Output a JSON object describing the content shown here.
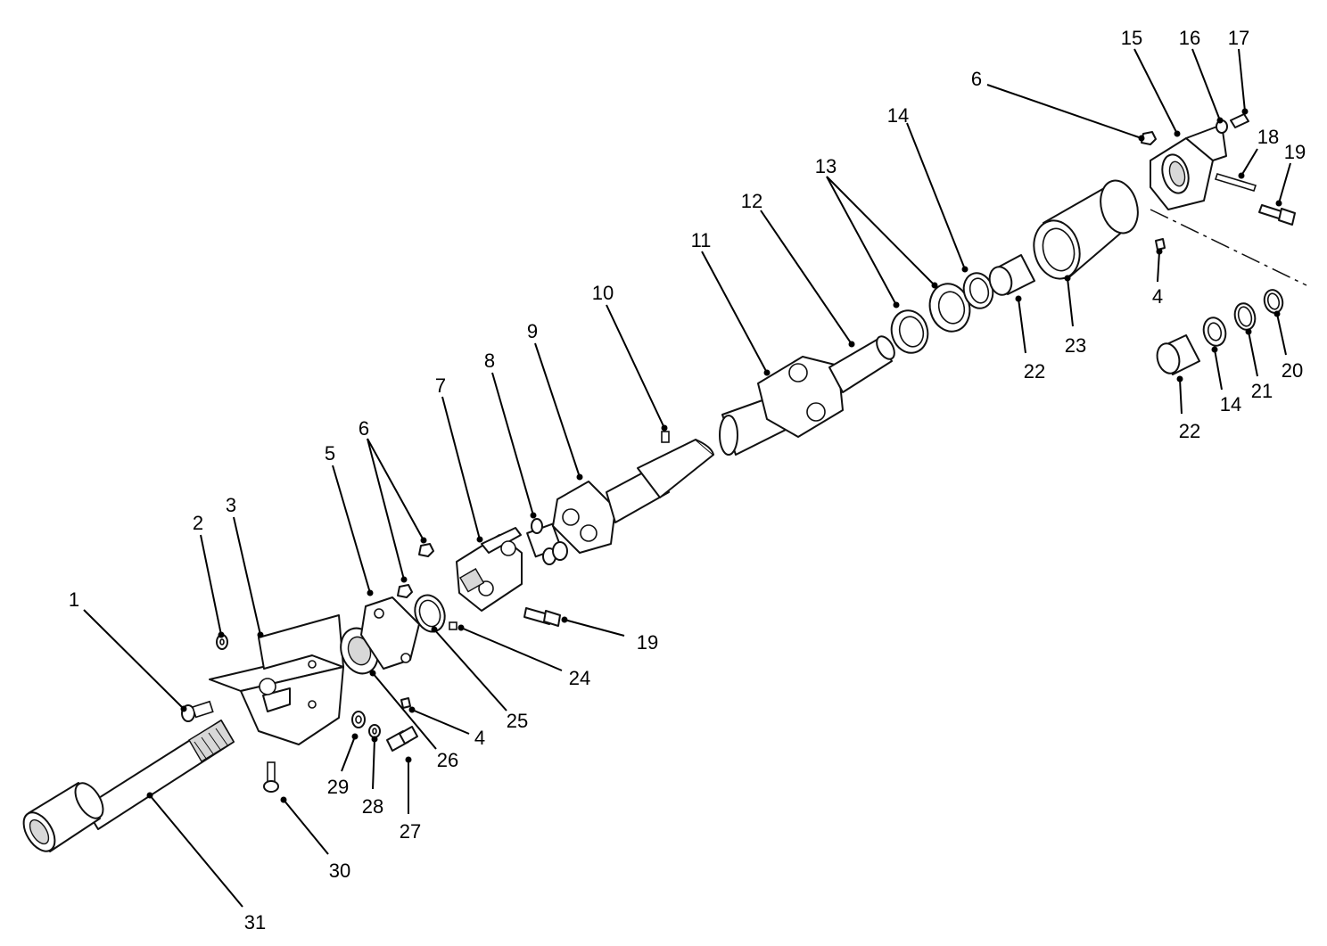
{
  "diagram": {
    "type": "exploded-parts-view",
    "callouts": [
      {
        "id": "c1",
        "label": "1"
      },
      {
        "id": "c2",
        "label": "2"
      },
      {
        "id": "c3",
        "label": "3"
      },
      {
        "id": "c4a",
        "label": "4"
      },
      {
        "id": "c4b",
        "label": "4"
      },
      {
        "id": "c5",
        "label": "5"
      },
      {
        "id": "c6a",
        "label": "6"
      },
      {
        "id": "c6b",
        "label": "6"
      },
      {
        "id": "c7",
        "label": "7"
      },
      {
        "id": "c8",
        "label": "8"
      },
      {
        "id": "c9",
        "label": "9"
      },
      {
        "id": "c10",
        "label": "10"
      },
      {
        "id": "c11",
        "label": "11"
      },
      {
        "id": "c12",
        "label": "12"
      },
      {
        "id": "c13",
        "label": "13"
      },
      {
        "id": "c14a",
        "label": "14"
      },
      {
        "id": "c14b",
        "label": "14"
      },
      {
        "id": "c15",
        "label": "15"
      },
      {
        "id": "c16",
        "label": "16"
      },
      {
        "id": "c17",
        "label": "17"
      },
      {
        "id": "c18",
        "label": "18"
      },
      {
        "id": "c19a",
        "label": "19"
      },
      {
        "id": "c19b",
        "label": "19"
      },
      {
        "id": "c20",
        "label": "20"
      },
      {
        "id": "c21",
        "label": "21"
      },
      {
        "id": "c22a",
        "label": "22"
      },
      {
        "id": "c22b",
        "label": "22"
      },
      {
        "id": "c23",
        "label": "23"
      },
      {
        "id": "c24",
        "label": "24"
      },
      {
        "id": "c25",
        "label": "25"
      },
      {
        "id": "c26",
        "label": "26"
      },
      {
        "id": "c27",
        "label": "27"
      },
      {
        "id": "c28",
        "label": "28"
      },
      {
        "id": "c29",
        "label": "29"
      },
      {
        "id": "c30",
        "label": "30"
      },
      {
        "id": "c31",
        "label": "31"
      }
    ]
  }
}
